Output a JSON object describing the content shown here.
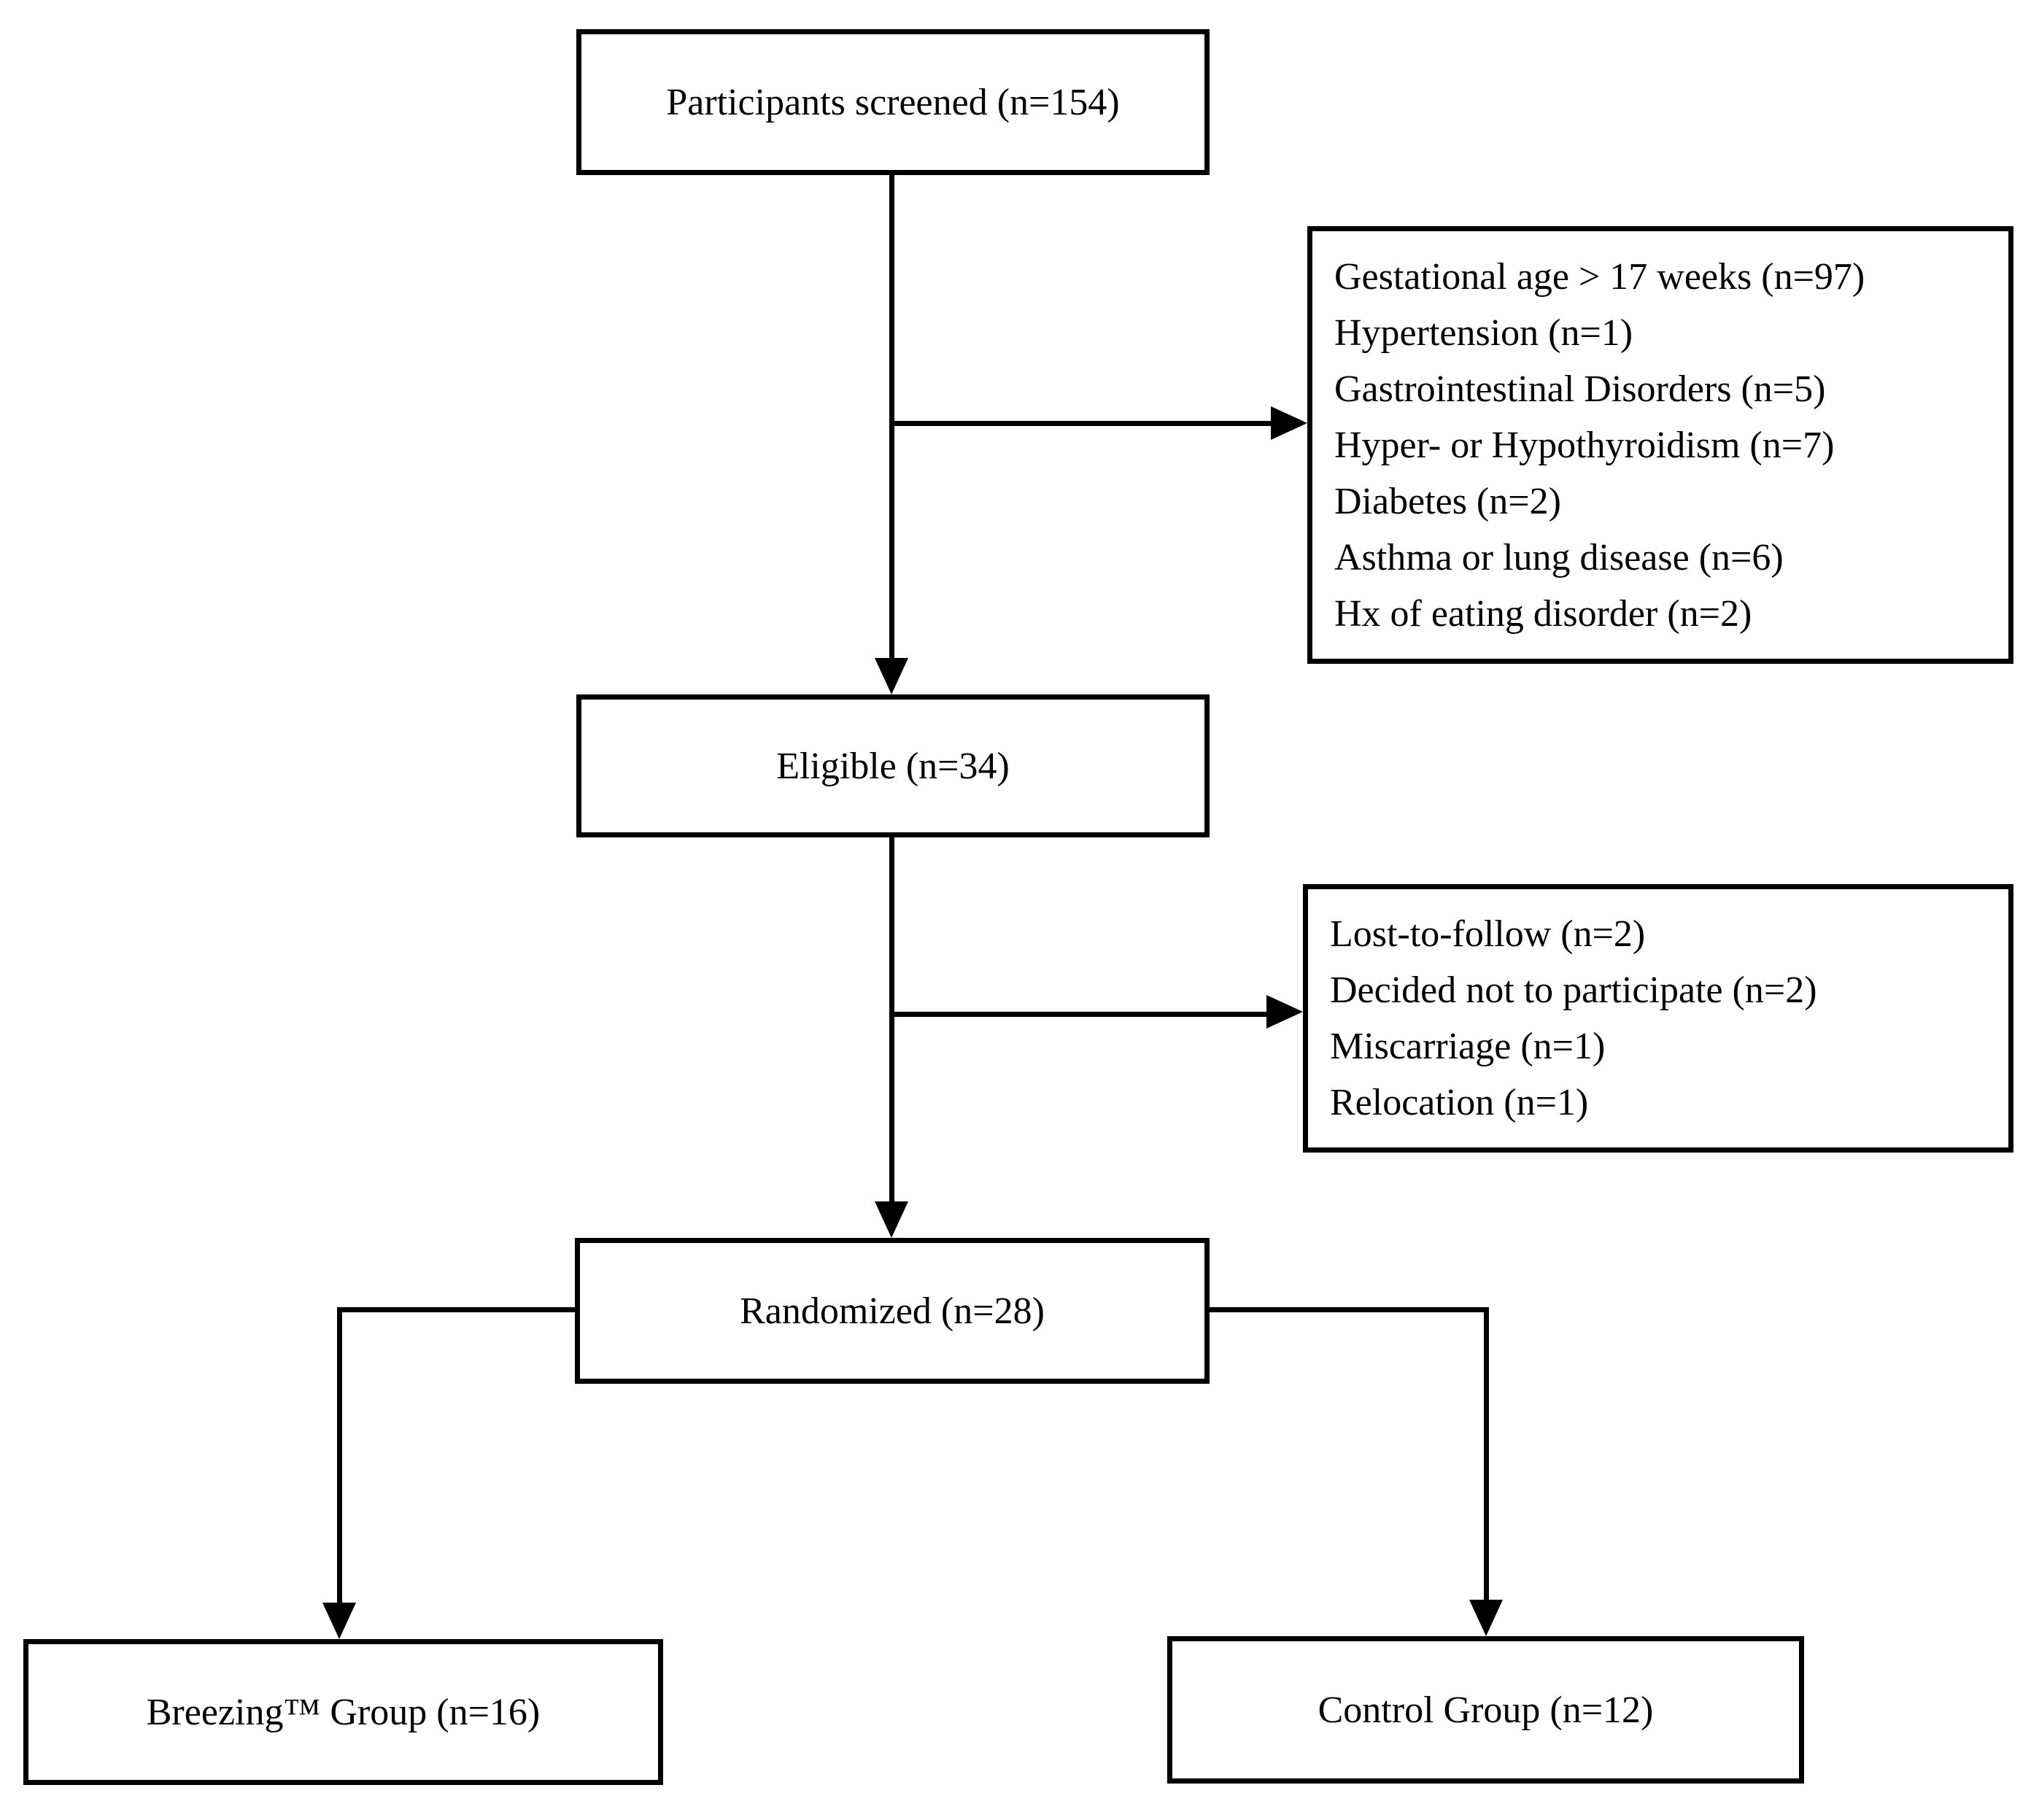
{
  "diagram": {
    "type": "flowchart",
    "background": "#ffffff",
    "stroke_color": "#000000",
    "nodes": {
      "screened": {
        "label": "Participants screened (n=154)"
      },
      "exclusions_screening": {
        "lines": [
          "Gestational age > 17 weeks (n=97)",
          "Hypertension (n=1)",
          "Gastrointestinal Disorders (n=5)",
          "Hyper- or Hypothyroidism (n=7)",
          "Diabetes (n=2)",
          "Asthma or lung disease (n=6)",
          "Hx of eating disorder (n=2)"
        ]
      },
      "eligible": {
        "label": "Eligible (n=34)"
      },
      "exclusions_eligibility": {
        "lines": [
          "Lost-to-follow (n=2)",
          "Decided not to participate (n=2)",
          "Miscarriage (n=1)",
          "Relocation (n=1)"
        ]
      },
      "randomized": {
        "label": "Randomized (n=28)"
      },
      "breezing_group": {
        "label": "Breezing™ Group (n=16)"
      },
      "control_group": {
        "label": "Control Group (n=12)"
      }
    },
    "edges": [
      {
        "from": "screened",
        "to": "eligible",
        "type": "arrow"
      },
      {
        "from": "screened",
        "to": "exclusions_screening",
        "type": "arrow-branch"
      },
      {
        "from": "eligible",
        "to": "randomized",
        "type": "arrow"
      },
      {
        "from": "eligible",
        "to": "exclusions_eligibility",
        "type": "arrow-branch"
      },
      {
        "from": "randomized",
        "to": "breezing_group",
        "type": "arrow"
      },
      {
        "from": "randomized",
        "to": "control_group",
        "type": "arrow"
      }
    ]
  }
}
